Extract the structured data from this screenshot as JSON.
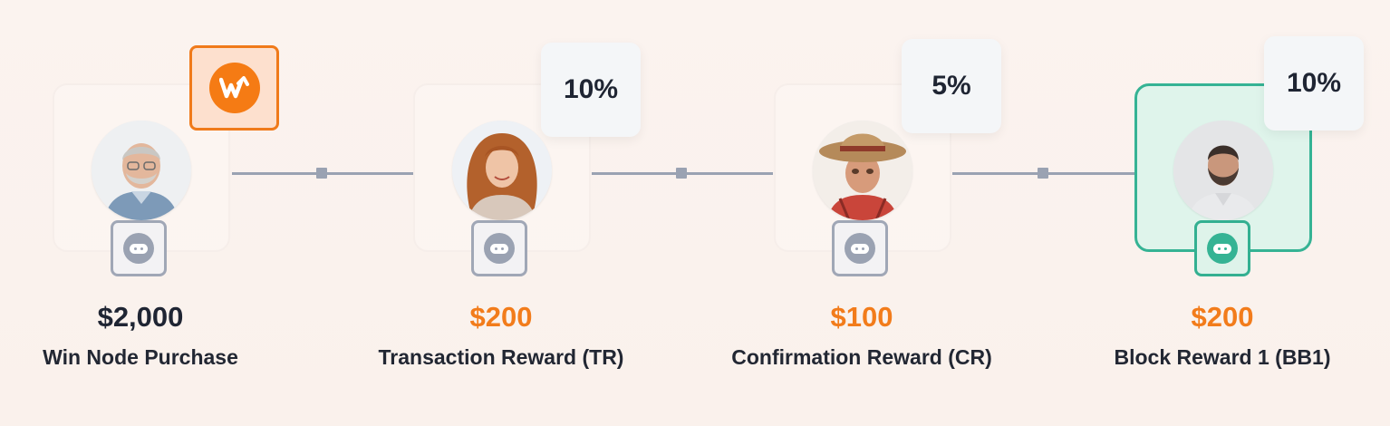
{
  "steps": [
    {
      "amount": "$2,000",
      "caption": "Win Node Purchase",
      "percent": ""
    },
    {
      "amount": "$200",
      "caption": "Transaction Reward (TR)",
      "percent": "10%"
    },
    {
      "amount": "$100",
      "caption": "Confirmation Reward (CR)",
      "percent": "5%"
    },
    {
      "amount": "$200",
      "caption": "Block Reward 1 (BB1)",
      "percent": "10%"
    }
  ],
  "logo": {
    "icon": "w-brand-logo-icon",
    "color": "#f57b14"
  },
  "colors": {
    "accent_orange": "#f27c1b",
    "active_green": "#35b394",
    "connector_gray": "#9aa2b2",
    "text_dark": "#1f2533"
  },
  "avatars": [
    "elderly-man-avatar",
    "curly-haired-woman-avatar",
    "straw-hat-woman-avatar",
    "bearded-man-avatar"
  ]
}
